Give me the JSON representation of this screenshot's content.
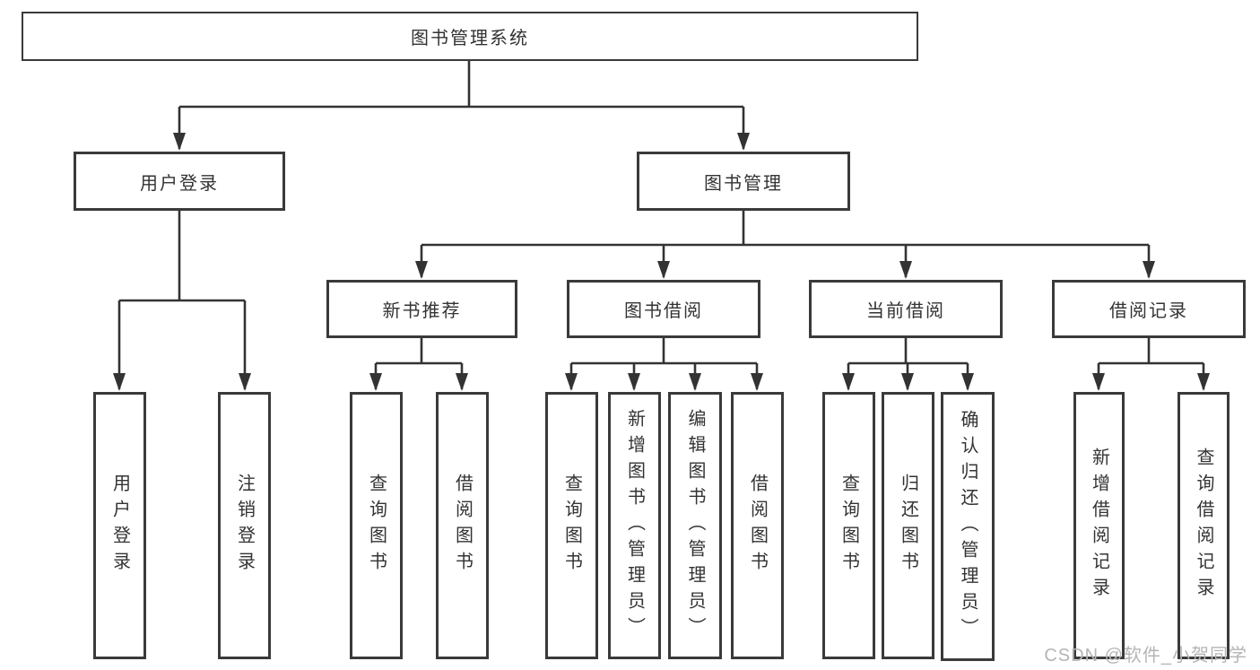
{
  "diagram": {
    "tree": {
      "label": "图书管理系统",
      "children": [
        {
          "label": "用户登录",
          "children": [
            {
              "label": "用户登录"
            },
            {
              "label": "注销登录"
            }
          ]
        },
        {
          "label": "图书管理",
          "children": [
            {
              "label": "新书推荐",
              "children": [
                {
                  "label": "查询图书"
                },
                {
                  "label": "借阅图书"
                }
              ]
            },
            {
              "label": "图书借阅",
              "children": [
                {
                  "label": "查询图书"
                },
                {
                  "label": "新增图书（管理员）"
                },
                {
                  "label": "编辑图书（管理员）"
                },
                {
                  "label": "借阅图书"
                }
              ]
            },
            {
              "label": "当前借阅",
              "children": [
                {
                  "label": "查询图书"
                },
                {
                  "label": "归还图书"
                },
                {
                  "label": "确认归还（管理员）"
                }
              ]
            },
            {
              "label": "借阅记录",
              "children": [
                {
                  "label": "新增借阅记录"
                },
                {
                  "label": "查询借阅记录"
                }
              ]
            }
          ]
        }
      ]
    },
    "watermark": "CSDN @软件_小贺同学",
    "colors": {
      "border": "#3a3a3a",
      "line": "#333333",
      "text": "#333333",
      "background": "#ffffff",
      "watermark": "#b5b5b5"
    }
  }
}
